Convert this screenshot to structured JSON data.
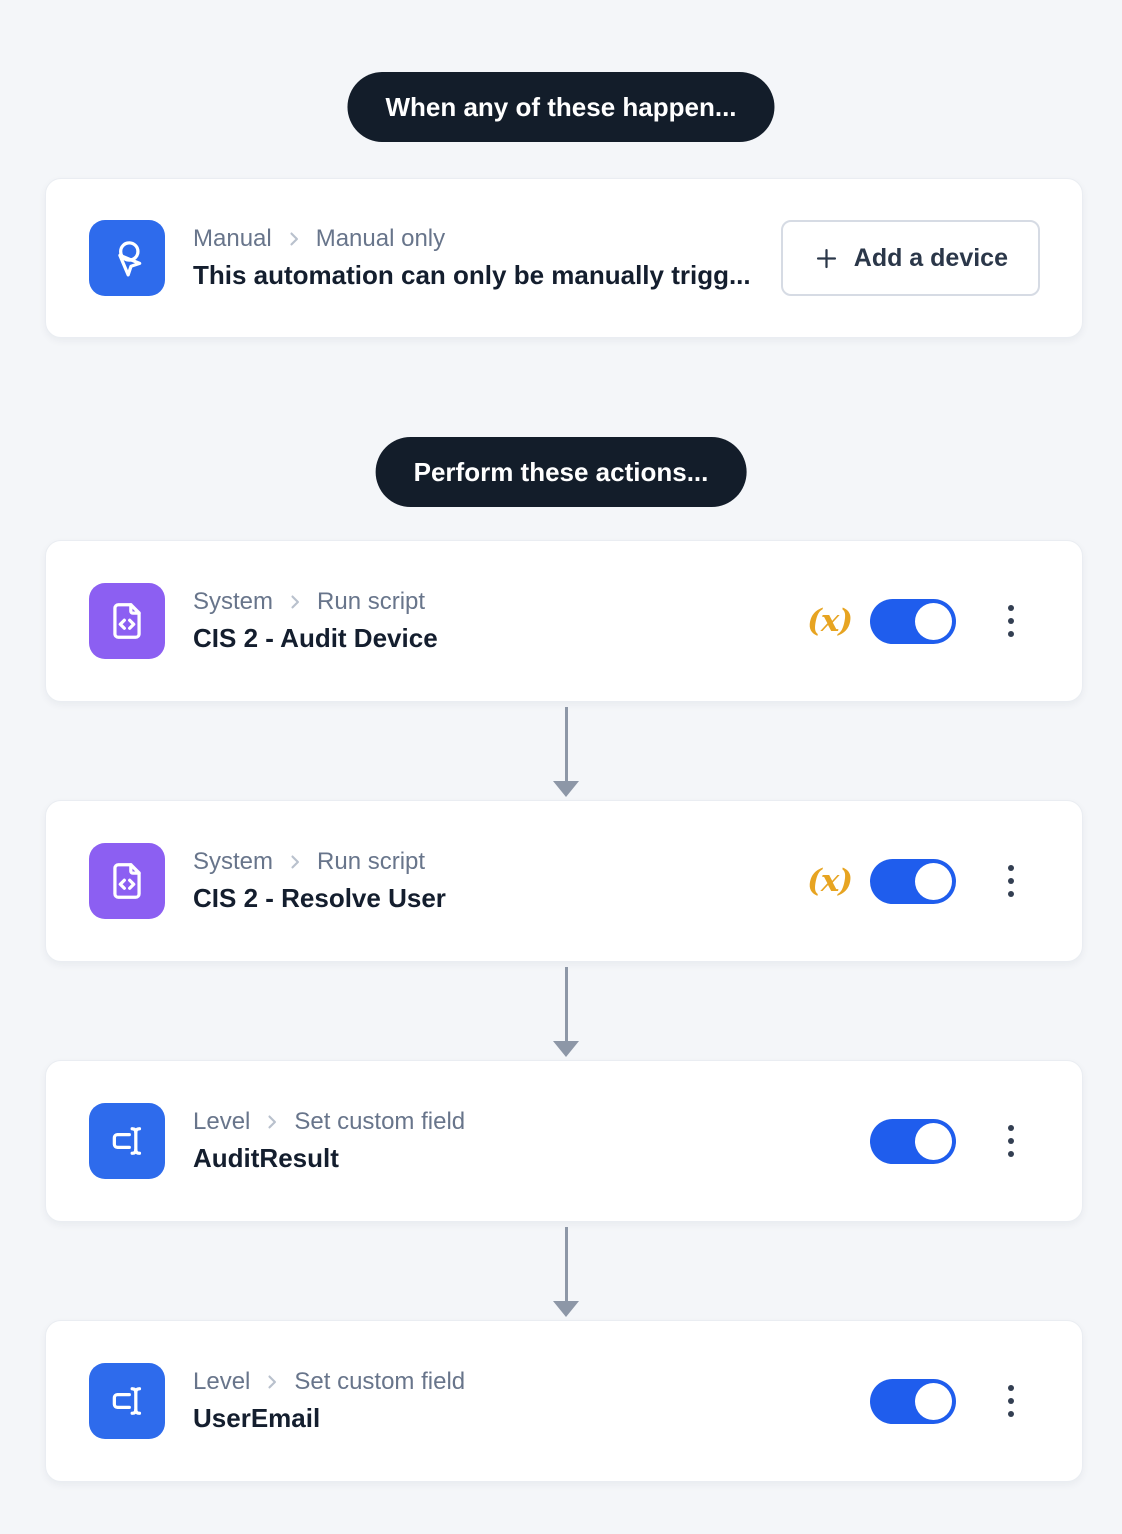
{
  "page": {
    "background": "#f4f6f9"
  },
  "colors": {
    "pill_bg": "#131d2a",
    "accent_blue": "#2e6bec",
    "accent_purple": "#8c5ff2",
    "toggle_on_blue": "#1f5ded",
    "variable_amber": "#e7a421",
    "arrow_gray": "#8d97a7",
    "breadcrumb_gray": "#68758b",
    "title_dark": "#141e2e"
  },
  "sections": {
    "trigger": {
      "pill_label": "When any of these happen...",
      "card": {
        "icon": "hand-tap-icon",
        "icon_bg": "#2e6bec",
        "category": "Manual",
        "action": "Manual only",
        "title": "This automation can only be manually trigg...",
        "add_device_label": "Add a device"
      }
    },
    "actions": {
      "pill_label": "Perform these actions...",
      "variable_badge": "(x)",
      "cards": [
        {
          "icon": "file-code-icon",
          "icon_bg": "#8c5ff2",
          "category": "System",
          "action": "Run script",
          "title": "CIS 2 - Audit Device",
          "has_variable": true,
          "toggle_on": true
        },
        {
          "icon": "file-code-icon",
          "icon_bg": "#8c5ff2",
          "category": "System",
          "action": "Run script",
          "title": "CIS 2 - Resolve User",
          "has_variable": true,
          "toggle_on": true
        },
        {
          "icon": "text-cursor-input-icon",
          "icon_bg": "#2e6bec",
          "category": "Level",
          "action": "Set custom field",
          "title": "AuditResult",
          "has_variable": false,
          "toggle_on": true
        },
        {
          "icon": "text-cursor-input-icon",
          "icon_bg": "#2e6bec",
          "category": "Level",
          "action": "Set custom field",
          "title": "UserEmail",
          "has_variable": false,
          "toggle_on": true
        }
      ]
    }
  }
}
